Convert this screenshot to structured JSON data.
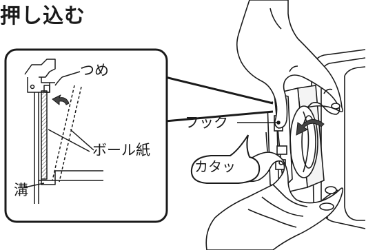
{
  "title": "押し込む",
  "labels": {
    "tsume": "つめ",
    "board": "ボール紙",
    "mizo": "溝",
    "hook": "フック",
    "sound": "カタッ"
  },
  "colors": {
    "line": "#1a1a1a",
    "callout_fill": "#ffffff",
    "hatch": "#555555",
    "appliance": "#f2f2f2",
    "arrow": "#444444"
  }
}
